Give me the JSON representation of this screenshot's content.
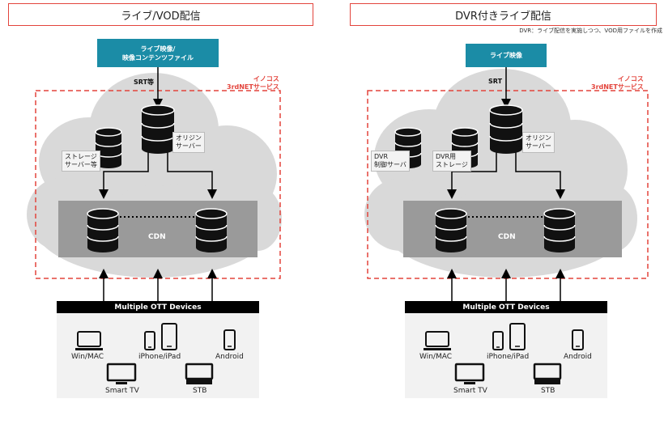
{
  "left": {
    "title": "ライブ/VOD配信",
    "source_line1": "ライブ映像/",
    "source_line2": "映像コンテンツファイル",
    "protocol": "SRT等",
    "service_line1": "イノコス",
    "service_line2": "3rdNETサービス",
    "origin_line1": "オリジン",
    "origin_line2": "サーバー",
    "storage_line1": "ストレージ",
    "storage_line2": "サーバー等",
    "cdn": "CDN",
    "devices_title": "Multiple OTT Devices",
    "devices": {
      "win_mac": "Win/MAC",
      "iphone_ipad": "iPhone/iPad",
      "android": "Android",
      "smart_tv": "Smart TV",
      "stb": "STB"
    }
  },
  "right": {
    "title": "DVR付きライブ配信",
    "note": "DVR：ライブ配信を実施しつつ、VOD用ファイルを作成",
    "source_line1": "ライブ映像",
    "protocol": "SRT",
    "service_line1": "イノコス",
    "service_line2": "3rdNETサービス",
    "origin_line1": "オリジン",
    "origin_line2": "サーバー",
    "dvr_ctrl_line1": "DVR",
    "dvr_ctrl_line2": "制御サーバ",
    "dvr_storage_line1": "DVR用",
    "dvr_storage_line2": "ストレージ",
    "cdn": "CDN",
    "devices_title": "Multiple OTT Devices",
    "devices": {
      "win_mac": "Win/MAC",
      "iphone_ipad": "iPhone/iPad",
      "android": "Android",
      "smart_tv": "Smart TV",
      "stb": "STB"
    }
  },
  "colors": {
    "accent_red": "#e3443c",
    "source_teal": "#1b8ca6",
    "cloud": "#d9d9d9",
    "cdn_band": "#9a9a9a"
  }
}
